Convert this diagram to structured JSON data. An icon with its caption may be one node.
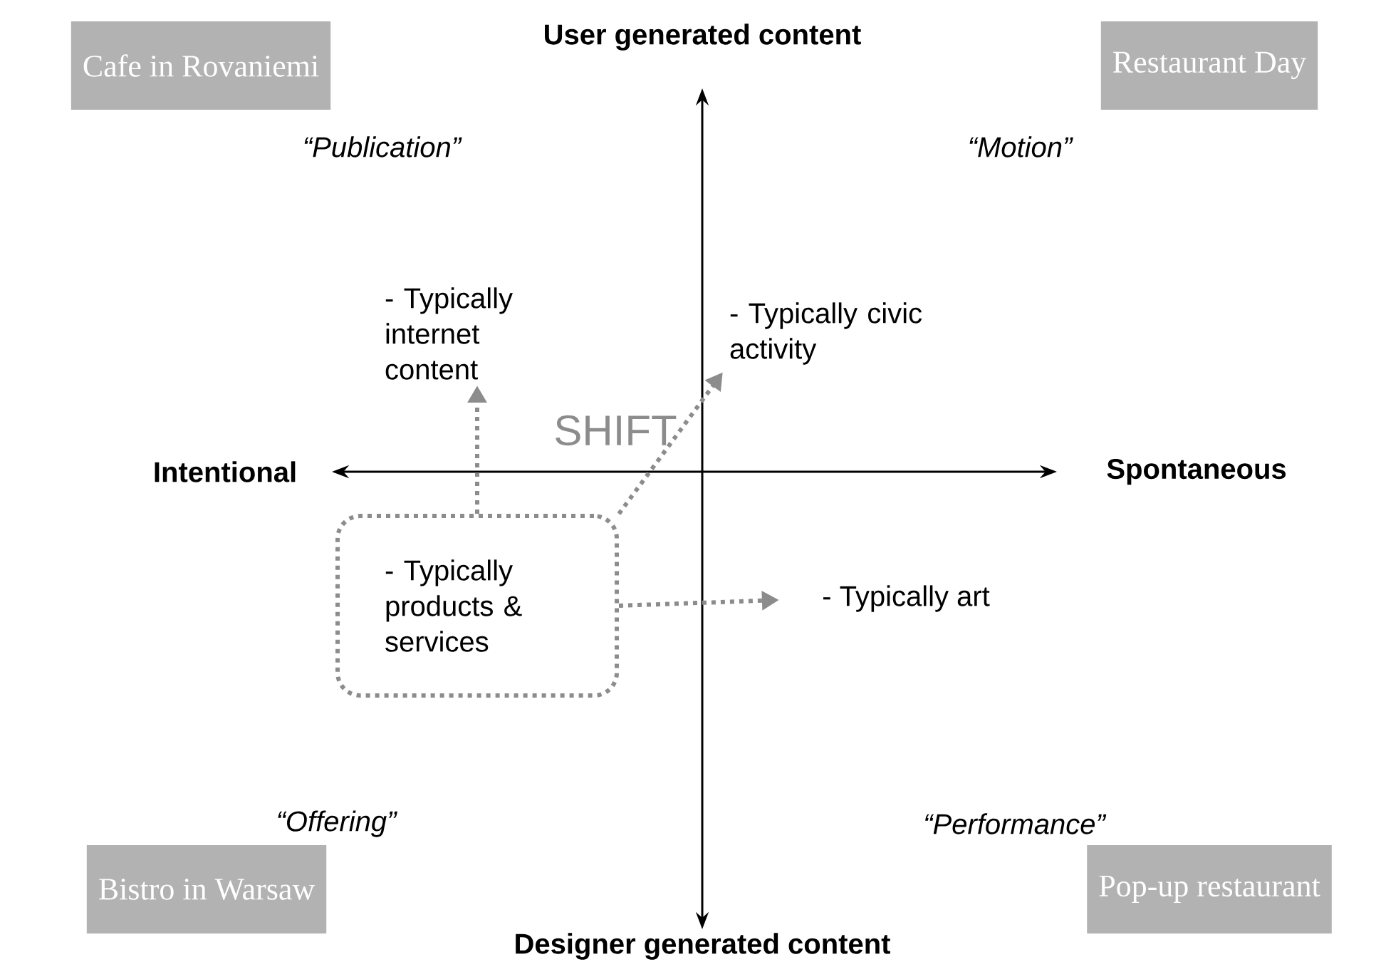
{
  "diagram": {
    "nodes": [
      {
        "text": [
          "Cafe in Rovaniemi"
        ]
      },
      {
        "text": [
          "Restaurant Day"
        ]
      },
      {
        "text": [
          "Bistro in Warsaw"
        ]
      },
      {
        "text": [
          "Pop-up restaurant"
        ]
      },
      {
        "text": [
          "- Typically internet content"
        ]
      },
      {
        "text": [
          "- Typically civic activity"
        ]
      },
      {
        "text": [
          "- Typically products & services"
        ]
      },
      {
        "text": [
          "- Typically art"
        ]
      }
    ],
    "edges": [
      {
        "from": 6,
        "to": 4,
        "arrow": "to",
        "style": "dashed"
      },
      {
        "from": 6,
        "to": 5,
        "arrow": "to",
        "style": "dashed"
      },
      {
        "from": 6,
        "to": 7,
        "arrow": "to",
        "style": "dashed"
      }
    ],
    "labels": [
      "User generated content",
      "“Publication”",
      "“Motion”",
      "Intentional",
      "SHIFT",
      "Spontaneous",
      "“Offering”",
      "“Performance”",
      "Designer generated content"
    ]
  }
}
